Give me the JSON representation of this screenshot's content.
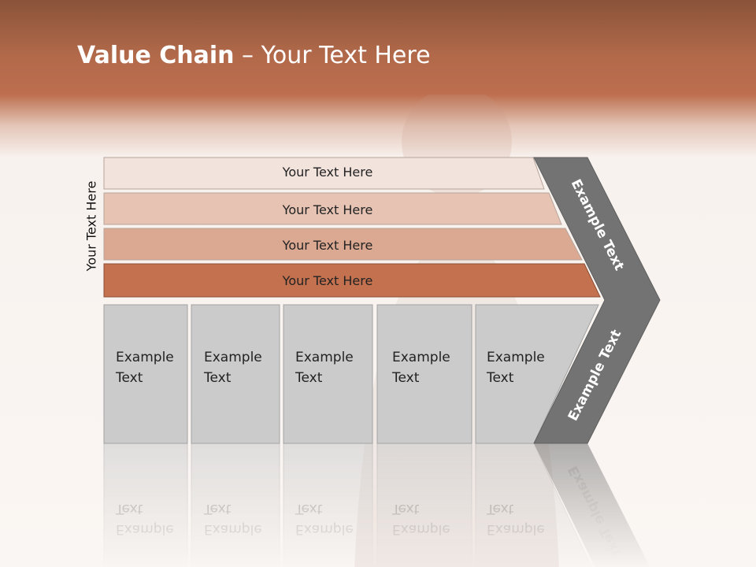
{
  "title": {
    "bold": "Value Chain",
    "rest": " – Your Text Here"
  },
  "side_label": "Your Text Here",
  "bars": [
    {
      "label": "Your Text Here",
      "color": "#f2e3dd"
    },
    {
      "label": "Your Text Here",
      "color": "#e6c3b3"
    },
    {
      "label": "Your Text Here",
      "color": "#dba992"
    },
    {
      "label": "Your Text Here",
      "color": "#c3714f"
    }
  ],
  "columns": [
    {
      "line1": "Example",
      "line2": "Text"
    },
    {
      "line1": "Example",
      "line2": "Text"
    },
    {
      "line1": "Example",
      "line2": "Text"
    },
    {
      "line1": "Example",
      "line2": "Text"
    },
    {
      "line1": "Example",
      "line2": "Text"
    }
  ],
  "chevron": {
    "upper": "Example Text",
    "lower": "Example Text"
  },
  "colors": {
    "box": "#cbcbcb",
    "chevron": "#737373",
    "header_band": "#bd6f4f"
  }
}
